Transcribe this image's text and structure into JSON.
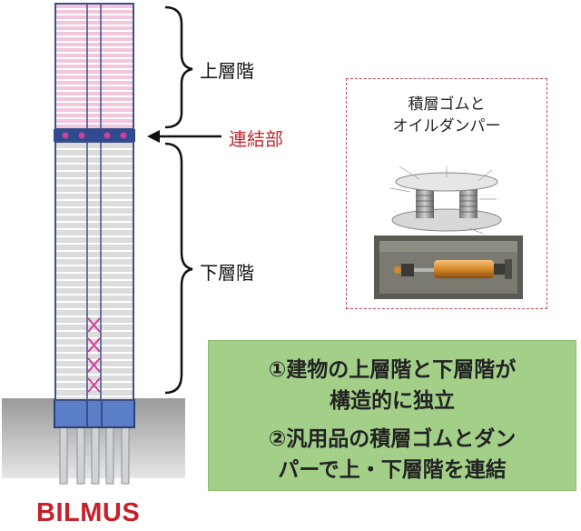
{
  "labels": {
    "upper": "上層階",
    "connection": "連結部",
    "lower": "下層階"
  },
  "caption": "BILMUS",
  "inset": {
    "title_line1": "積層ゴムと",
    "title_line2": "オイルダンパー"
  },
  "note": {
    "line1": "①建物の上層階と下層階が",
    "line2": "構造的に独立",
    "line3": "②汎用品の積層ゴムとダン",
    "line4": "パーで上・下層階を連結"
  },
  "colors": {
    "upper_floor": "#f2c6dd",
    "lower_floor": "#dcdcdc",
    "base_block": "#5b7fc6",
    "connection_text": "#c0282e",
    "caption": "#c8202a",
    "note_bg": "#a3cf89",
    "inset_border": "#c54b55"
  }
}
